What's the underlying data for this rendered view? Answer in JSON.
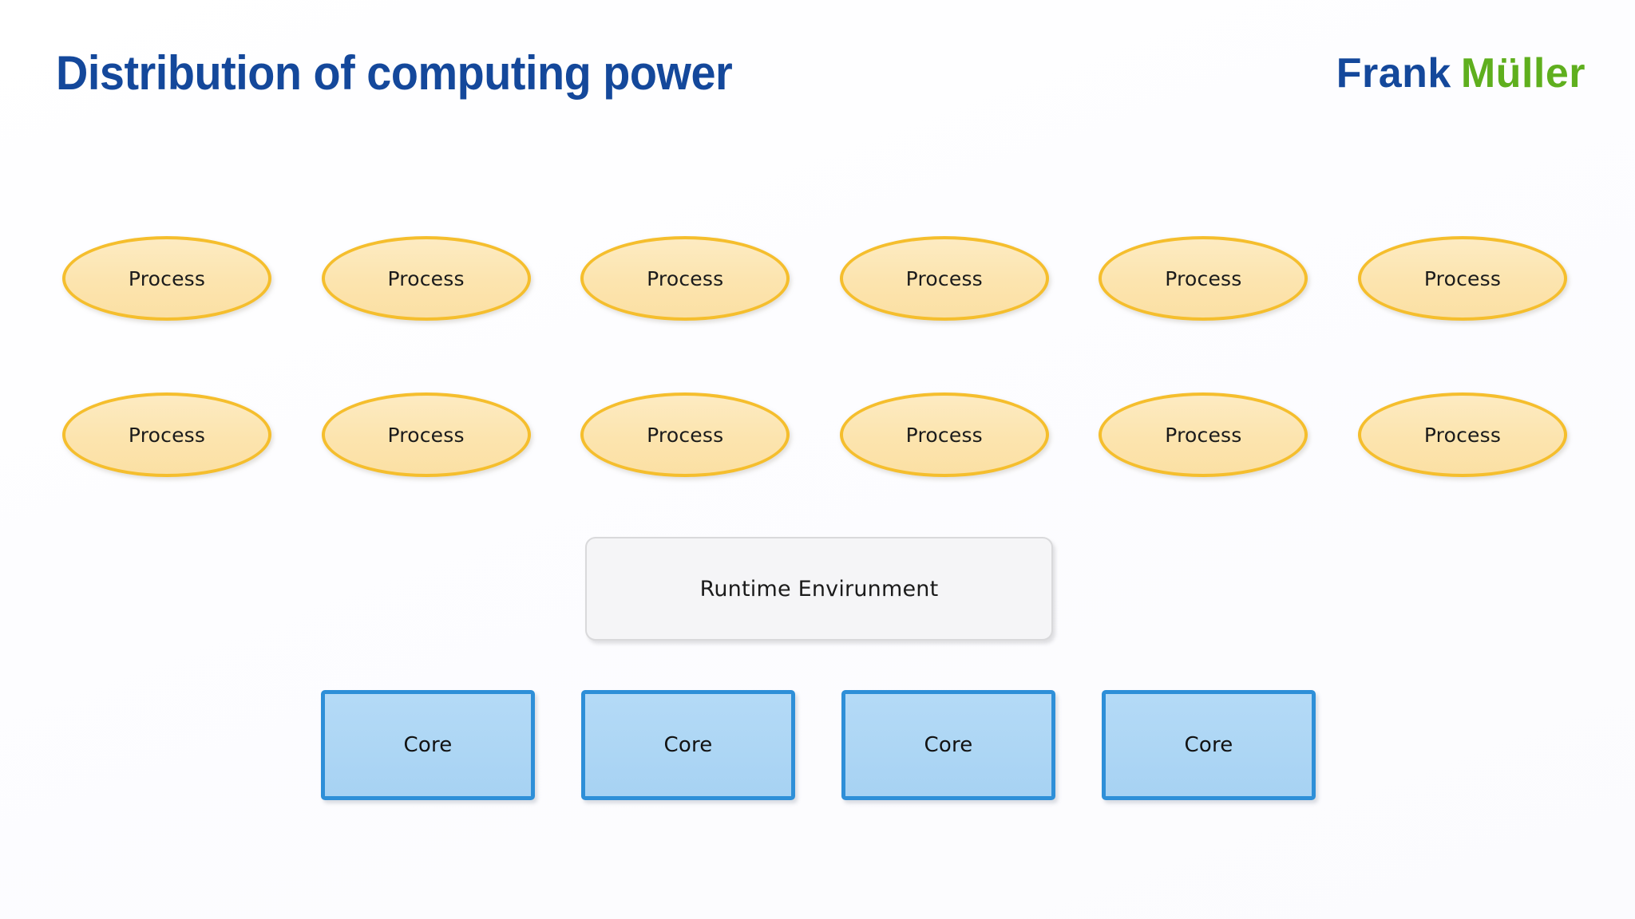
{
  "slide": {
    "title": "Distribution of computing power",
    "background_color": "#FDFDFE"
  },
  "author": {
    "first_name": "Frank",
    "last_name": "Müller",
    "first_name_color": "#14489B",
    "last_name_color": "#5FAF1E"
  },
  "diagram": {
    "process_label": "Process",
    "process_fill_color": "#FCE4AE",
    "process_border_color": "#F5BE2D",
    "process_rows": [
      {
        "row_name": "process-row-1",
        "nodes": [
          {
            "label": "Process"
          },
          {
            "label": "Process"
          },
          {
            "label": "Process"
          },
          {
            "label": "Process"
          },
          {
            "label": "Process"
          },
          {
            "label": "Process"
          }
        ]
      },
      {
        "row_name": "process-row-2",
        "nodes": [
          {
            "label": "Process"
          },
          {
            "label": "Process"
          },
          {
            "label": "Process"
          },
          {
            "label": "Process"
          },
          {
            "label": "Process"
          },
          {
            "label": "Process"
          }
        ]
      }
    ],
    "runtime": {
      "label": "Runtime Envirunment",
      "fill_color": "#F5F5F7",
      "border_color": "#D9D9DB"
    },
    "cores": {
      "fill_color": "#ADD6F4",
      "border_color": "#2E8FD8",
      "nodes": [
        {
          "label": "Core"
        },
        {
          "label": "Core"
        },
        {
          "label": "Core"
        },
        {
          "label": "Core"
        }
      ]
    }
  }
}
